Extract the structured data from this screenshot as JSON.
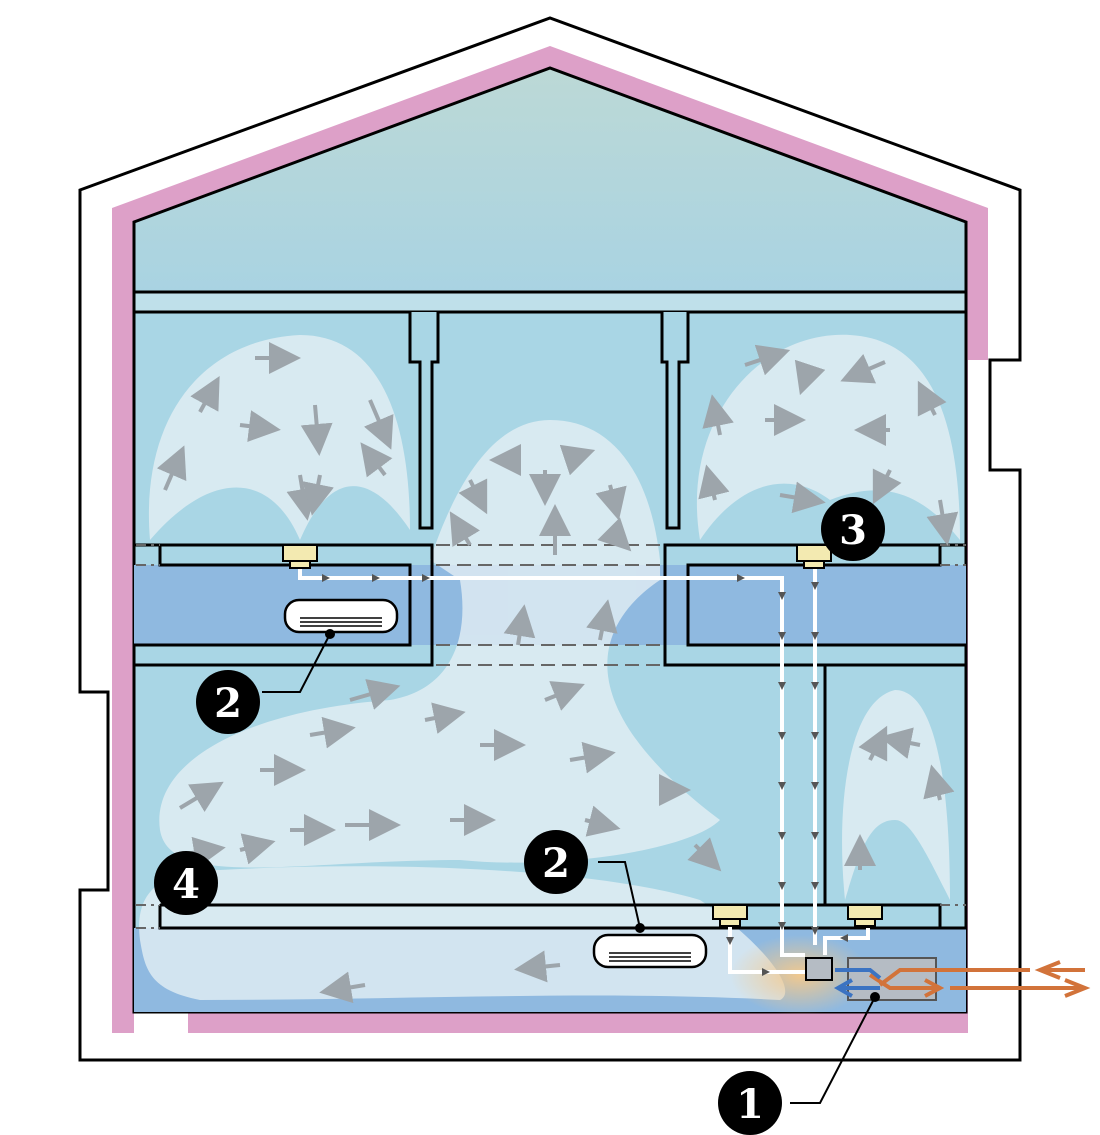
{
  "diagram": {
    "colors": {
      "insulation": "#dda0c8",
      "outline": "#000000",
      "room_fill": "#a9d6e5",
      "attic_fill": "#bfdcdc",
      "duct_fill": "#8fb9e0",
      "airflow_fill": "#e8f1f6",
      "arrow_gray": "#9da5ab",
      "duct_line": "#ffffff",
      "outdoor_exhaust": "#d2733a",
      "outdoor_supply": "#3b73c2",
      "heat_glow": "#f6c98a"
    },
    "callouts": [
      {
        "id": "c1",
        "label": "1",
        "meaning": "heat-exchange-ventilation-unit"
      },
      {
        "id": "c2a",
        "label": "2",
        "meaning": "air-conditioner-upper"
      },
      {
        "id": "c2b",
        "label": "2",
        "meaning": "air-conditioner-lower"
      },
      {
        "id": "c3",
        "label": "3",
        "meaning": "ceiling-vent"
      },
      {
        "id": "c4",
        "label": "4",
        "meaning": "insulation-layer"
      }
    ],
    "icons": [
      "air-conditioner-icon",
      "ceiling-vent-icon",
      "ventilation-unit-icon",
      "airflow-arrow-icon"
    ]
  }
}
